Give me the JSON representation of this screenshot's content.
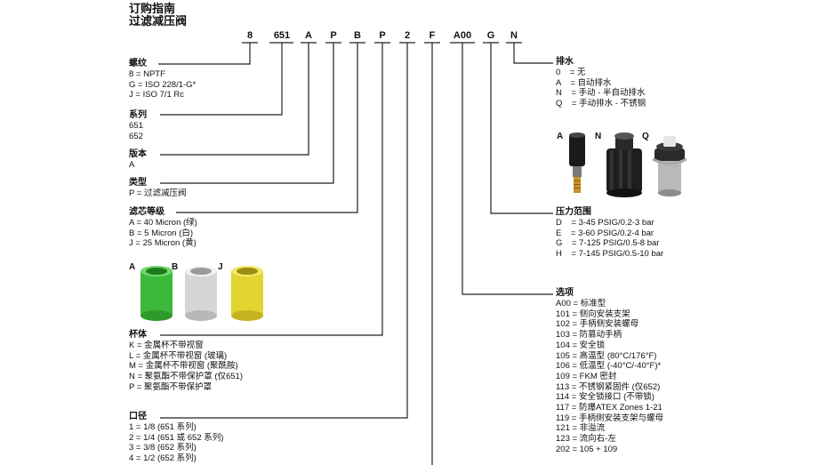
{
  "title": [
    "订购指南",
    "过滤减压阀"
  ],
  "codes": [
    "8",
    "651",
    "A",
    "P",
    "B",
    "P",
    "2",
    "F",
    "A00",
    "G",
    "N"
  ],
  "sections": {
    "thread": {
      "heading": "螺纹",
      "items": [
        "8 = NPTF",
        "G = ISO 228/1-G*",
        "J = ISO 7/1 Rc"
      ]
    },
    "series": {
      "heading": "系列",
      "items": [
        "651",
        "652"
      ]
    },
    "version": {
      "heading": "版本",
      "items": [
        "A"
      ]
    },
    "type": {
      "heading": "类型",
      "items": [
        "P = 过滤减压阀"
      ]
    },
    "filter": {
      "heading": "滤芯等级",
      "items": [
        "A = 40 Micron (绿)",
        "B = 5 Micron (白)",
        "J = 25 Micron (黄)"
      ]
    },
    "bowl": {
      "heading": "杯体",
      "items": [
        "K = 金属杯不带视窗",
        "L = 金属杯不带视窗 (玻璃)",
        "M = 金属杯不带视窗 (聚酰胺)",
        "N = 聚氨酯不带保护罩 (仅651)",
        "P = 聚氨酯不带保护罩"
      ]
    },
    "port": {
      "heading": "口径",
      "items": [
        "1 = 1/8 (651 系列)",
        "2 = 1/4 (651 或 652 系列)",
        "3 = 3/8 (652 系列)",
        "4 = 1/2 (652 系列)"
      ]
    },
    "drain": {
      "heading": "排水",
      "items": [
        "0    = 无",
        "A    = 自动排水",
        "N    = 手动 - 半自动排水",
        "Q    = 手动排水 - 不锈钢"
      ]
    },
    "pressure": {
      "heading": "压力范围",
      "items": [
        "D    = 3-45 PSIG/0.2-3 bar",
        "E    = 3-60 PSIG/0.2-4 bar",
        "G    = 7-125 PSIG/0.5-8 bar",
        "H    = 7-145 PSIG/0.5-10 bar"
      ]
    },
    "options": {
      "heading": "选项",
      "items": [
        "A00 = 标准型",
        "101 = 侧向安装支架",
        "102 = 手柄侧安装螺母",
        "103 = 防篡动手柄",
        "104 = 安全锁",
        "105 = 高温型 (80°C/176°F)",
        "106 = 低温型 (-40°C/-40°F)*",
        "109 = FKM 密封",
        "113 = 不锈钢紧固件 (仅652)",
        "114 = 安全锁接口 (不带锁)",
        "117 = 防爆ATEX Zones 1-21",
        "119 = 手柄侧安装支架与螺母",
        "121 = 非溢流",
        "123 = 流向右-左",
        "202 = 105 + 109"
      ]
    }
  },
  "filter_images": [
    {
      "label": "A",
      "color": "#3cb83a"
    },
    {
      "label": "B",
      "color": "#d6d6d6"
    },
    {
      "label": "J",
      "color": "#e3d431"
    }
  ],
  "drain_images": [
    "A",
    "N",
    "Q"
  ]
}
